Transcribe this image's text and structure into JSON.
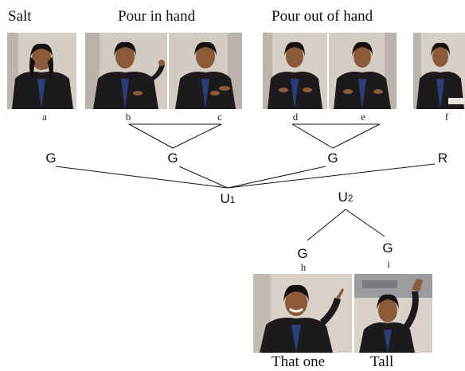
{
  "captions": {
    "salt": "Salt",
    "pour_in_hand": "Pour in hand",
    "pour_out_of_hand": "Pour out of hand",
    "that_one": "That one",
    "tall": "Tall"
  },
  "frame_letters": {
    "a": "a",
    "b": "b",
    "c": "c",
    "d": "d",
    "e": "e",
    "f": "f",
    "h": "h",
    "i": "i"
  },
  "nodes": {
    "g_left": "G",
    "g_mid_left": "G",
    "g_mid_right": "G",
    "r_right": "R",
    "u1_base": "U",
    "u1_sub": "1",
    "u2_base": "U",
    "u2_sub": "2",
    "g_h": "G",
    "g_i": "G"
  },
  "colors": {
    "wall_bg": "#cfc8bd",
    "jacket": "#1c1a1c",
    "skin": "#8a5a3a",
    "hair": "#141212",
    "shirt_blue": "#2a3e7a",
    "line": "#111111"
  }
}
